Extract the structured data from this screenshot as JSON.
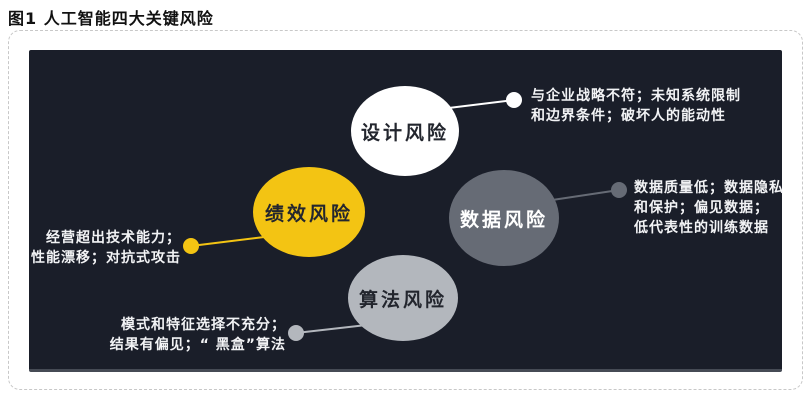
{
  "page": {
    "title": "图1  人工智能四大关键风险"
  },
  "colors": {
    "panel_bg": "#1a1e29",
    "design": "#ffffff",
    "performance": "#f3c413",
    "data": "#666b75",
    "algorithm": "#b3b7bd",
    "annotation_text": "#f2f3f5",
    "title_text": "#111111",
    "frame_border": "#c8c8c8"
  },
  "diagram": {
    "nodes": [
      {
        "id": "design-risk",
        "label": "设计风险"
      },
      {
        "id": "performance-risk",
        "label": "绩效风险"
      },
      {
        "id": "data-risk",
        "label": "数据风险"
      },
      {
        "id": "algorithm-risk",
        "label": "算法风险"
      }
    ],
    "annotations": [
      {
        "node": "design-risk",
        "lines": [
          "与企业战略不符；未知系统限制",
          "和边界条件；破坏人的能动性"
        ]
      },
      {
        "node": "data-risk",
        "lines": [
          "数据质量低；数据隐私",
          "和保护；偏见数据；",
          "低代表性的训练数据"
        ]
      },
      {
        "node": "performance-risk",
        "lines": [
          "经营超出技术能力；",
          "性能漂移；对抗式攻击"
        ]
      },
      {
        "node": "algorithm-risk",
        "lines": [
          "模式和特征选择不充分；",
          "结果有偏见；“ 黑盒”算法"
        ]
      }
    ]
  }
}
